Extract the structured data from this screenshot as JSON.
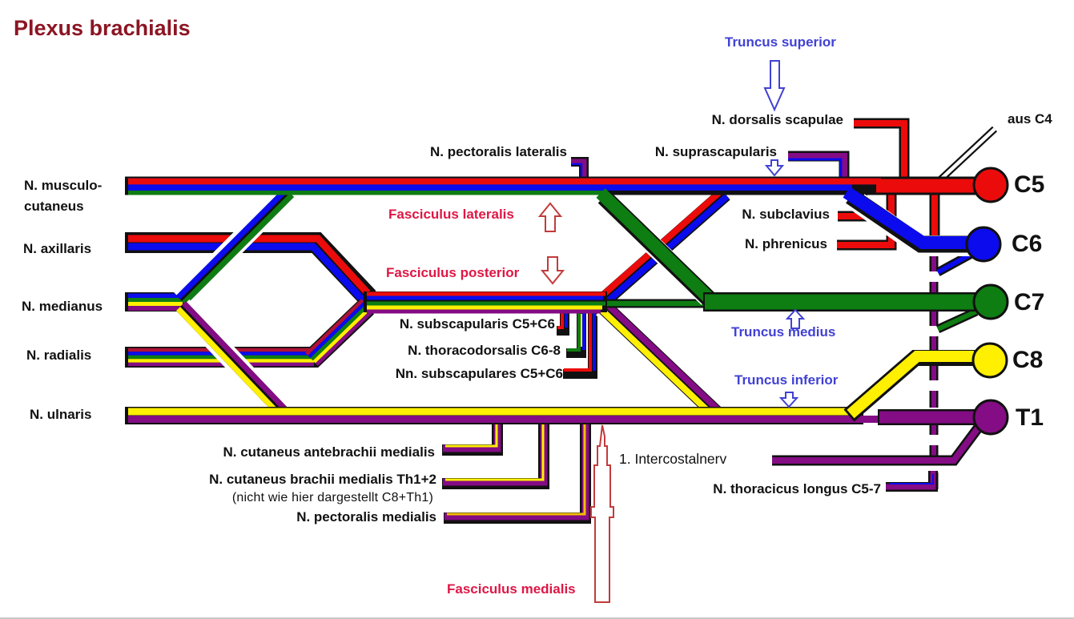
{
  "title": "Plexus brachialis",
  "colors": {
    "red": "#ec0b0b",
    "dark_red_stripe": "#b01236",
    "blue": "#0b0bee",
    "green": "#0e7d12",
    "yellow": "#ffef00",
    "purple": "#840c84",
    "white_line": "#ffffff",
    "title_text": "#8c1523",
    "fasciculus_text": "#de1745",
    "truncus_text": "#4141d4",
    "label_text": "#111111"
  },
  "roots": [
    {
      "id": "c5",
      "label": "C5",
      "color": "#ec0b0b"
    },
    {
      "id": "c6",
      "label": "C6",
      "color": "#0b0bee"
    },
    {
      "id": "c7",
      "label": "C7",
      "color": "#0e7d12"
    },
    {
      "id": "c8",
      "label": "C8",
      "color": "#ffef00"
    },
    {
      "id": "t1",
      "label": "T1",
      "color": "#840c84"
    }
  ],
  "left_nerves": {
    "musculocutaneus_line1": "N. musculo-",
    "musculocutaneus_line2": "cutaneus",
    "axillaris": "N. axillaris",
    "medianus": "N. medianus",
    "radialis": "N. radialis",
    "ulnaris": "N. ulnaris"
  },
  "fasciculi": {
    "lateralis": "Fasciculus lateralis",
    "posterior": "Fasciculus posterior",
    "medialis": "Fasciculus medialis"
  },
  "trunci": {
    "superior": "Truncus superior",
    "medius": "Truncus medius",
    "inferior": "Truncus inferior"
  },
  "branches": {
    "pectoralis_lateralis": "N. pectoralis lateralis",
    "dorsalis_scapulae": "N. dorsalis scapulae",
    "suprascapularis": "N. suprascapularis",
    "aus_c4": "aus C4",
    "subclavius": "N. subclavius",
    "phrenicus": "N. phrenicus",
    "subscapularis": "N. subscapularis C5+C6",
    "thoracodorsalis": "N. thoracodorsalis  C6-8",
    "subscapulares": "Nn. subscapulares C5+C6",
    "cutaneus_antebrachii": "N. cutaneus antebrachii medialis",
    "cutaneus_brachii": "N. cutaneus brachii medialis Th1+2",
    "cutaneus_brachii_note": "(nicht wie hier dargestellt C8+Th1)",
    "pectoralis_medialis": "N. pectoralis medialis",
    "intercostal": "1. Intercostalnerv",
    "thoracicus_longus": "N. thoracicus longus C5-7"
  }
}
